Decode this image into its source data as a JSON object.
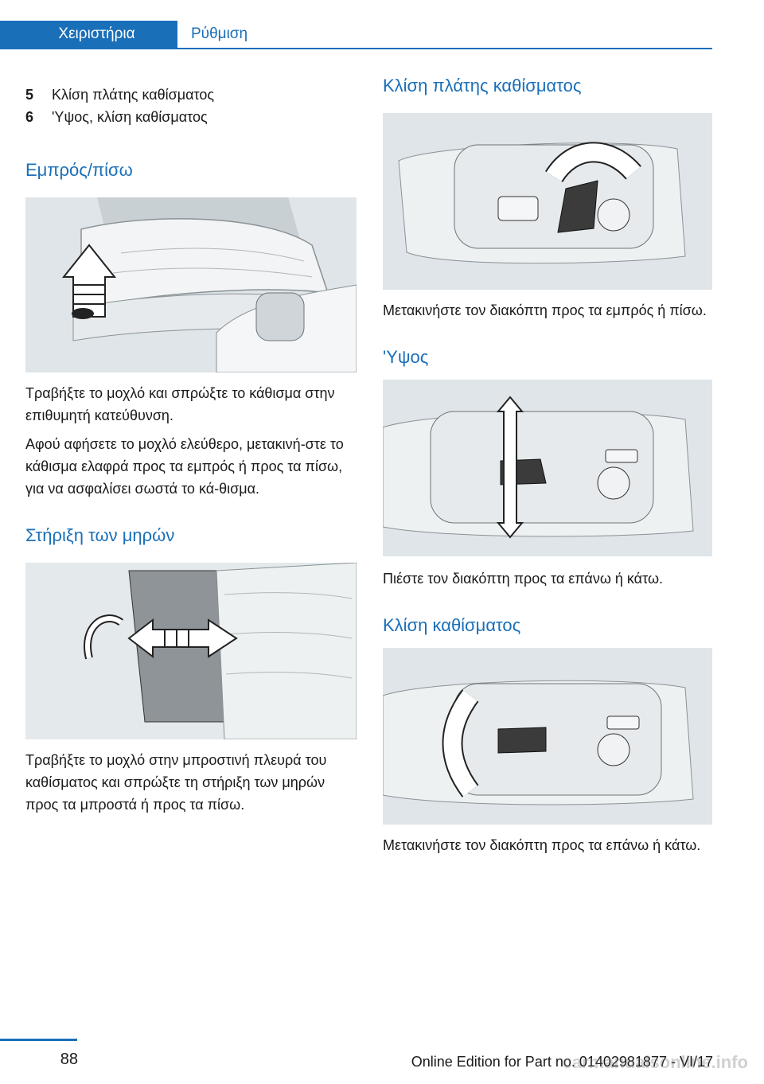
{
  "header": {
    "tab_active": "Χειριστήρια",
    "tab_inactive": "Ρύθμιση"
  },
  "left": {
    "list": [
      {
        "num": "5",
        "text": "Κλίση πλάτης καθίσματος"
      },
      {
        "num": "6",
        "text": "'Υψος, κλίση καθίσματος"
      }
    ],
    "heading_forward": "Εμπρός/πίσω",
    "forward_p1": "Τραβήξτε το μοχλό και σπρώξτε το κάθισμα στην επιθυμητή κατεύθυνση.",
    "forward_p2": "Αφού αφήσετε το μοχλό ελεύθερο, μετακινή‐στε το κάθισμα ελαφρά προς τα εμπρός ή προς τα πίσω, για να ασφαλίσει σωστά το κά‐θισμα.",
    "heading_thigh": "Στήριξη των μηρών",
    "thigh_p": "Τραβήξτε το μοχλό στην μπροστινή πλευρά του καθίσματος και σπρώξτε τη στήριξη των μηρών προς τα μπροστά ή προς τα πίσω."
  },
  "right": {
    "heading_backrest": "Κλίση πλάτης καθίσματος",
    "backrest_p": "Μετακινήστε τον διακόπτη προς τα εμπρός ή πίσω.",
    "heading_height": "'Υψος",
    "height_p": "Πιέστε τον διακόπτη προς τα επάνω ή κάτω.",
    "heading_tilt": "Κλίση καθίσματος",
    "tilt_p": "Μετακινήστε τον διακόπτη προς τα επάνω ή κάτω."
  },
  "footer": {
    "page_number": "88",
    "edition": "Online Edition for Part no. 01402981877 - VI/17",
    "watermark": "carmanualsonline.info"
  },
  "colors": {
    "accent": "#1a6fb9",
    "figure_bg": "#dfe5e8"
  }
}
